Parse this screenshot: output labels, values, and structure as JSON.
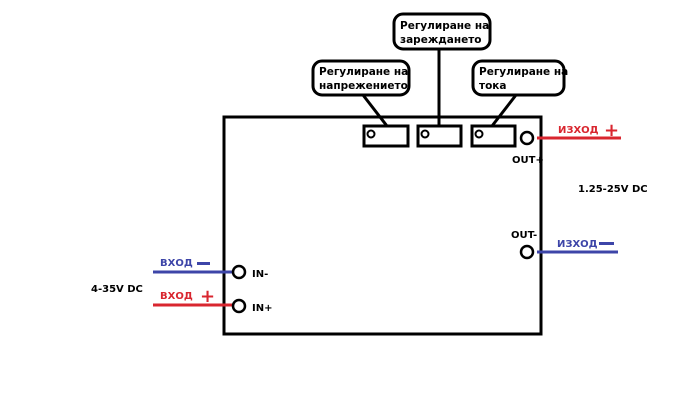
{
  "callouts": {
    "voltage": {
      "line1": "Регулиране на",
      "line2": "напрежението"
    },
    "charge": {
      "line1": "Регулиране на",
      "line2": "зареждането"
    },
    "current": {
      "line1": "Регулиране на",
      "line2": "тока"
    }
  },
  "pins": {
    "out_plus": "OUT+",
    "out_minus": "OUT-",
    "in_minus": "IN-",
    "in_plus": "IN+"
  },
  "wires": {
    "output_plus": {
      "label": "ИЗХОД",
      "sign": "+",
      "color": "#d9262f"
    },
    "output_minus": {
      "label": "ИЗХОД",
      "sign": "—",
      "color": "#3d45a8"
    },
    "input_minus": {
      "label": "ВХОД",
      "sign": "—",
      "color": "#3d45a8"
    },
    "input_plus": {
      "label": "ВХОД",
      "sign": "+",
      "color": "#d9262f"
    }
  },
  "voltages": {
    "output": "1.25-25V DC",
    "input": "4-35V DC"
  }
}
